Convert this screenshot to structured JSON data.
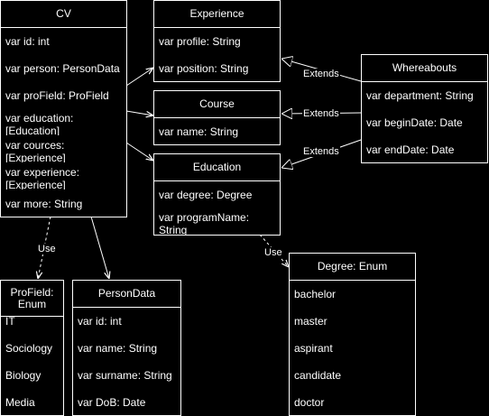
{
  "cv": {
    "title": "CV",
    "attrs": [
      "var id: int",
      "var person: PersonData",
      "var proField: ProField",
      "var education:",
      "[Education]",
      "var cources:",
      "[Experience]",
      "var experience:",
      "[Experience]",
      "var more: String"
    ]
  },
  "experience": {
    "title": "Experience",
    "attrs": [
      "var profile: String",
      "var position: String"
    ]
  },
  "course": {
    "title": "Course",
    "attrs": [
      "var name: String"
    ]
  },
  "education": {
    "title": "Education",
    "attrs": [
      "var degree: Degree",
      "var programName:",
      "String"
    ]
  },
  "whereabouts": {
    "title": "Whereabouts",
    "attrs": [
      "var department: String",
      "var beginDate: Date",
      "var endDate: Date"
    ]
  },
  "profield": {
    "title_line1": "ProField:",
    "title_line2": "Enum",
    "attrs": [
      "IT",
      "Sociology",
      "Biology",
      "Media"
    ]
  },
  "persondata": {
    "title": "PersonData",
    "attrs": [
      "var id: int",
      "var name: String",
      "var surname: String",
      "var DoB: Date"
    ]
  },
  "degree": {
    "title": "Degree: Enum",
    "attrs": [
      "bachelor",
      "master",
      "aspirant",
      "candidate",
      "doctor"
    ]
  },
  "relations": {
    "extends_1": "Extends",
    "extends_2": "Extends",
    "extends_3": "Extends",
    "use_1": "Use",
    "use_2": "Use"
  }
}
